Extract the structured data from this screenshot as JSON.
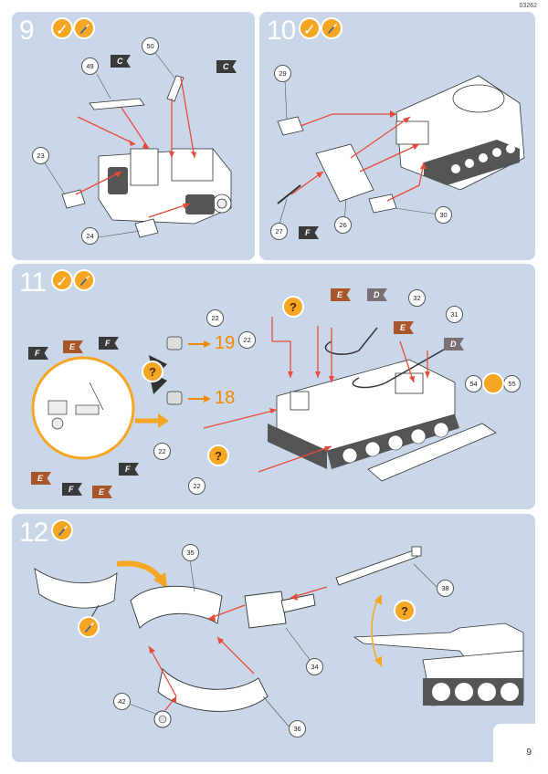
{
  "page_code": "03262",
  "page_number": "9",
  "steps": [
    {
      "number": "9",
      "callouts": [
        "49",
        "50",
        "23",
        "24"
      ],
      "flags": [
        "C",
        "C"
      ]
    },
    {
      "number": "10",
      "callouts": [
        "29",
        "27",
        "26",
        "30"
      ],
      "flags": [
        "F"
      ]
    },
    {
      "number": "11",
      "callouts": [
        "22",
        "22",
        "32",
        "31",
        "22",
        "54",
        "55",
        "22"
      ],
      "flags": [
        "E",
        "D",
        "E",
        "D",
        "F",
        "E",
        "F",
        "F",
        "E",
        "F",
        "E"
      ],
      "refs": [
        "19",
        "18"
      ]
    },
    {
      "number": "12",
      "callouts": [
        "35",
        "38",
        "34",
        "42",
        "36"
      ]
    }
  ],
  "colors": {
    "panel_bg": "#c9d7e8",
    "accent_orange": "#f5a623",
    "arrow_red": "#e84a3a",
    "flag_dark": "#3a3a3a",
    "flag_brown": "#a8562a",
    "flag_grey": "#7a6f73"
  },
  "icons": {
    "glue": "glue-icon",
    "paint": "paint-brush-icon",
    "question": "question-icon"
  },
  "question_mark": "?"
}
